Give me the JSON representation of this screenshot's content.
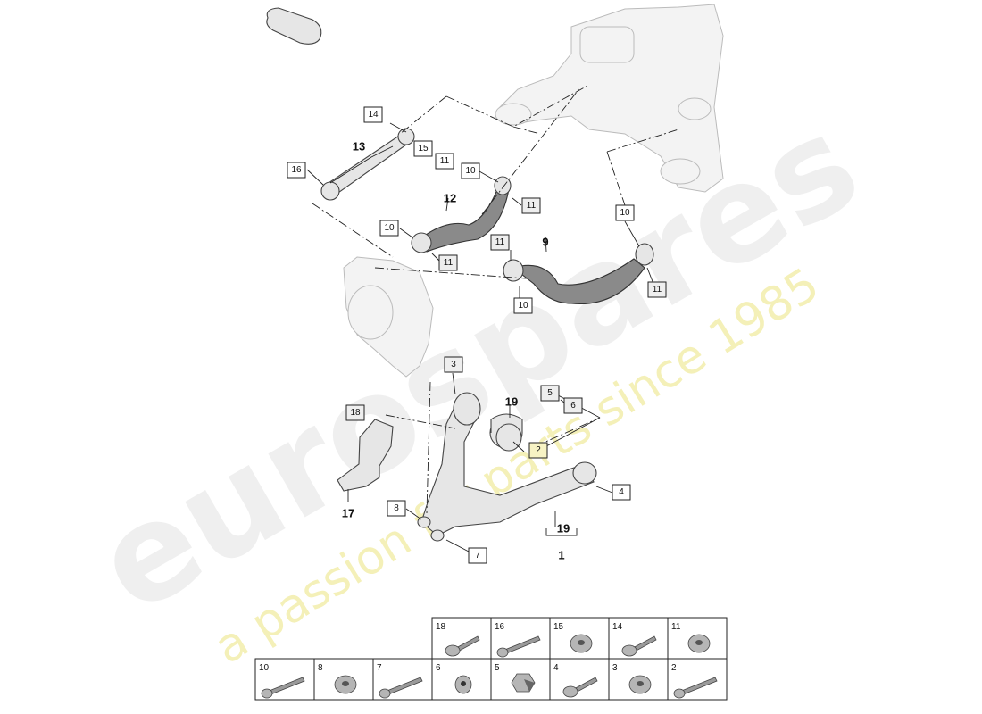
{
  "watermark": {
    "brand": "eurospares",
    "tagline": "a passion for parts since 1985"
  },
  "callouts": [
    {
      "id": "c14",
      "label": "14",
      "shaded": false
    },
    {
      "id": "c15",
      "label": "15",
      "shaded": false
    },
    {
      "id": "c11a",
      "label": "11",
      "shaded": false
    },
    {
      "id": "c16",
      "label": "16",
      "shaded": false
    },
    {
      "id": "c10a",
      "label": "10",
      "shaded": false
    },
    {
      "id": "c11b",
      "label": "11",
      "shaded": true
    },
    {
      "id": "c10b",
      "label": "10",
      "shaded": false
    },
    {
      "id": "c11c",
      "label": "11",
      "shaded": true
    },
    {
      "id": "c10c",
      "label": "10",
      "shaded": false
    },
    {
      "id": "c11d",
      "label": "11",
      "shaded": true
    },
    {
      "id": "c11e",
      "label": "11",
      "shaded": true
    },
    {
      "id": "c10d",
      "label": "10",
      "shaded": false
    },
    {
      "id": "c3",
      "label": "3",
      "shaded": true
    },
    {
      "id": "c5",
      "label": "5",
      "shaded": true
    },
    {
      "id": "c6",
      "label": "6",
      "shaded": true
    },
    {
      "id": "c18",
      "label": "18",
      "shaded": true
    },
    {
      "id": "c2",
      "label": "2",
      "shaded": false
    },
    {
      "id": "c4",
      "label": "4",
      "shaded": false
    },
    {
      "id": "c8",
      "label": "8",
      "shaded": false
    },
    {
      "id": "c7",
      "label": "7",
      "shaded": false
    }
  ],
  "labels": [
    {
      "id": "l13",
      "text": "13"
    },
    {
      "id": "l12",
      "text": "12"
    },
    {
      "id": "l9",
      "text": "9"
    },
    {
      "id": "l19a",
      "text": "19"
    },
    {
      "id": "l17",
      "text": "17"
    },
    {
      "id": "l19b",
      "text": "19"
    },
    {
      "id": "l1",
      "text": "1"
    }
  ],
  "hardware_table": {
    "top_row": [
      {
        "num": "18",
        "icon": "bolt-flange-icon"
      },
      {
        "num": "16",
        "icon": "bolt-long-icon"
      },
      {
        "num": "15",
        "icon": "nut-flange-icon"
      },
      {
        "num": "14",
        "icon": "bolt-flange-icon"
      },
      {
        "num": "11",
        "icon": "nut-flange-icon"
      }
    ],
    "bottom_row": [
      {
        "num": "10",
        "icon": "bolt-long-icon"
      },
      {
        "num": "8",
        "icon": "nut-flange-icon"
      },
      {
        "num": "7",
        "icon": "bolt-long-icon"
      },
      {
        "num": "6",
        "icon": "washer-icon"
      },
      {
        "num": "5",
        "icon": "nut-hex-icon"
      },
      {
        "num": "4",
        "icon": "bolt-flange-icon"
      },
      {
        "num": "3",
        "icon": "nut-flange-icon"
      },
      {
        "num": "2",
        "icon": "bolt-long-icon"
      }
    ]
  }
}
